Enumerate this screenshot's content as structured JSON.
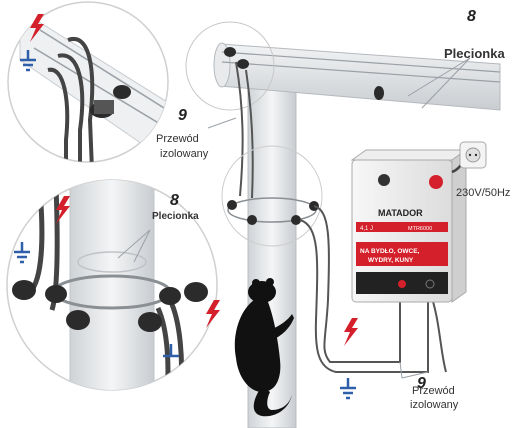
{
  "callouts": {
    "top_right": {
      "number": "8",
      "label": "Plecionka"
    },
    "left_mid": {
      "number": "8",
      "label": "Plecionka"
    },
    "upper_left_wire": {
      "number": "9",
      "line1": "Przewód",
      "line2": "izolowany"
    },
    "bottom_right_wire": {
      "number": "9",
      "line1": "Przewód",
      "line2": "izolowany"
    }
  },
  "power_label": "230V/50Hz",
  "energizer": {
    "brand": "MATADOR",
    "model": "MTR6000",
    "energy": "4,1 J",
    "banner_line1": "NA BYDŁO, OWCE,",
    "banner_line2": "WYDRY, KUNY"
  },
  "colors": {
    "danger": "#d4202a",
    "ground": "#2f5fa8",
    "pole": "#e6e8ea",
    "wire": "#555555",
    "insulator": "#2b2b2b"
  },
  "icons": [
    "lightning-icon",
    "ground-icon",
    "animal-silhouette"
  ]
}
